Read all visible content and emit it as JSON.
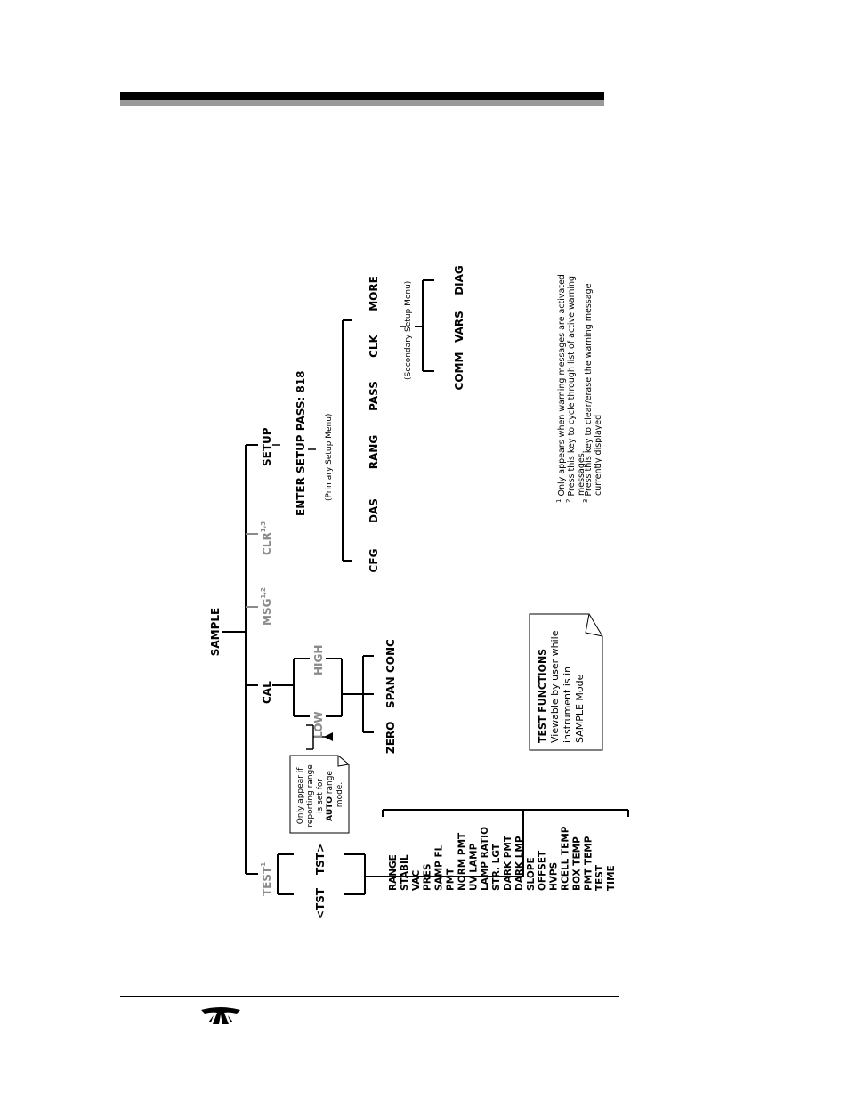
{
  "menu": {
    "root": "SAMPLE",
    "test": "TEST",
    "test_sup": "1",
    "tst_prev": "<TST",
    "tst_next": "TST>",
    "cal": "CAL",
    "msg": "MSG",
    "msg_sup": "1,2",
    "clr": "CLR",
    "clr_sup": "1,3",
    "setup": "SETUP"
  },
  "test_list": [
    "RANGE",
    "STABIL",
    "VAC",
    "PRES",
    "SAMP FL",
    "PMT",
    "NORM PMT",
    "UV LAMP",
    "LAMP RATIO",
    "STR. LGT",
    "DARK PMT",
    "DARK LMP",
    "SLOPE",
    "OFFSET",
    "HVPS",
    "RCELL TEMP",
    "BOX TEMP",
    "PMT TEMP",
    "TEST",
    "TIME"
  ],
  "cal": {
    "low": "LOW",
    "high": "HIGH",
    "zero": "ZERO",
    "span": "SPAN",
    "conc": "CONC"
  },
  "auto_note": {
    "line1": "Only appear if",
    "line2": "reporting range",
    "line3": "is set for",
    "line4_bold": "AUTO",
    "line4_rest": " range",
    "line5": "mode."
  },
  "test_functions_note": {
    "title": "TEST FUNCTIONS",
    "line1": "Viewable by user while",
    "line2": "instrument is in",
    "line3": "SAMPLE Mode"
  },
  "setup": {
    "password": "ENTER SETUP PASS: 818",
    "primary_label": "(Primary Setup Menu)",
    "primary_items": [
      "CFG",
      "DAS",
      "RANG",
      "PASS",
      "CLK",
      "MORE"
    ],
    "secondary_label": "(Secondary Setup Menu)",
    "secondary_items": [
      "COMM",
      "VARS",
      "DIAG"
    ]
  },
  "footnotes": [
    {
      "mark": "1",
      "text": "Only appears when warning messages are activated"
    },
    {
      "mark": "2",
      "text": "Press this key to cycle through list of active warning"
    },
    {
      "mark": "",
      "text": "messages."
    },
    {
      "mark": "3",
      "text": "Press this key to clear/erase the warning message"
    },
    {
      "mark": "",
      "text": "currently displayed"
    }
  ],
  "colors": {
    "rule_black": "#000000",
    "rule_gray": "#9a9a9a",
    "inactive_gray": "#8a8a8a"
  },
  "logo_icon": "teledyne-logo-icon"
}
